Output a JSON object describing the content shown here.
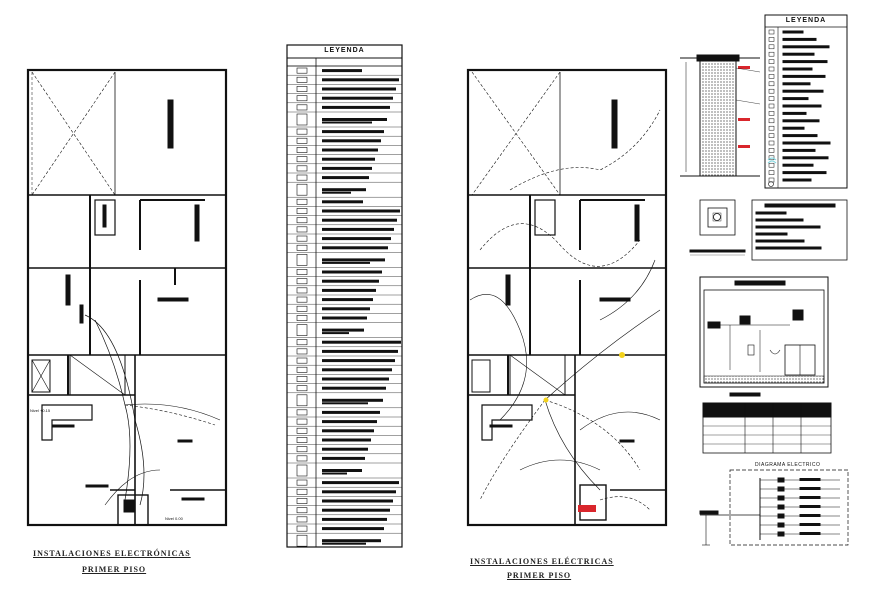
{
  "plan_left": {
    "title_line1": "INSTALACIONES ELECTRÓNICAS",
    "title_line2": "PRIMER PISO"
  },
  "plan_right": {
    "title_line1": "INSTALACIONES ELÉCTRICAS",
    "title_line2": "PRIMER PISO"
  },
  "legend_center": {
    "header": "LEYENDA"
  },
  "legend_right": {
    "header": "LEYENDA"
  },
  "single_line_diagram": {
    "title": "DIAGRAMA ELECTRICO"
  },
  "colors": {
    "line": "#111111",
    "accent_red": "#d9262c",
    "accent_yellow": "#f3d21b",
    "accent_cyan": "#7fd6e0"
  }
}
